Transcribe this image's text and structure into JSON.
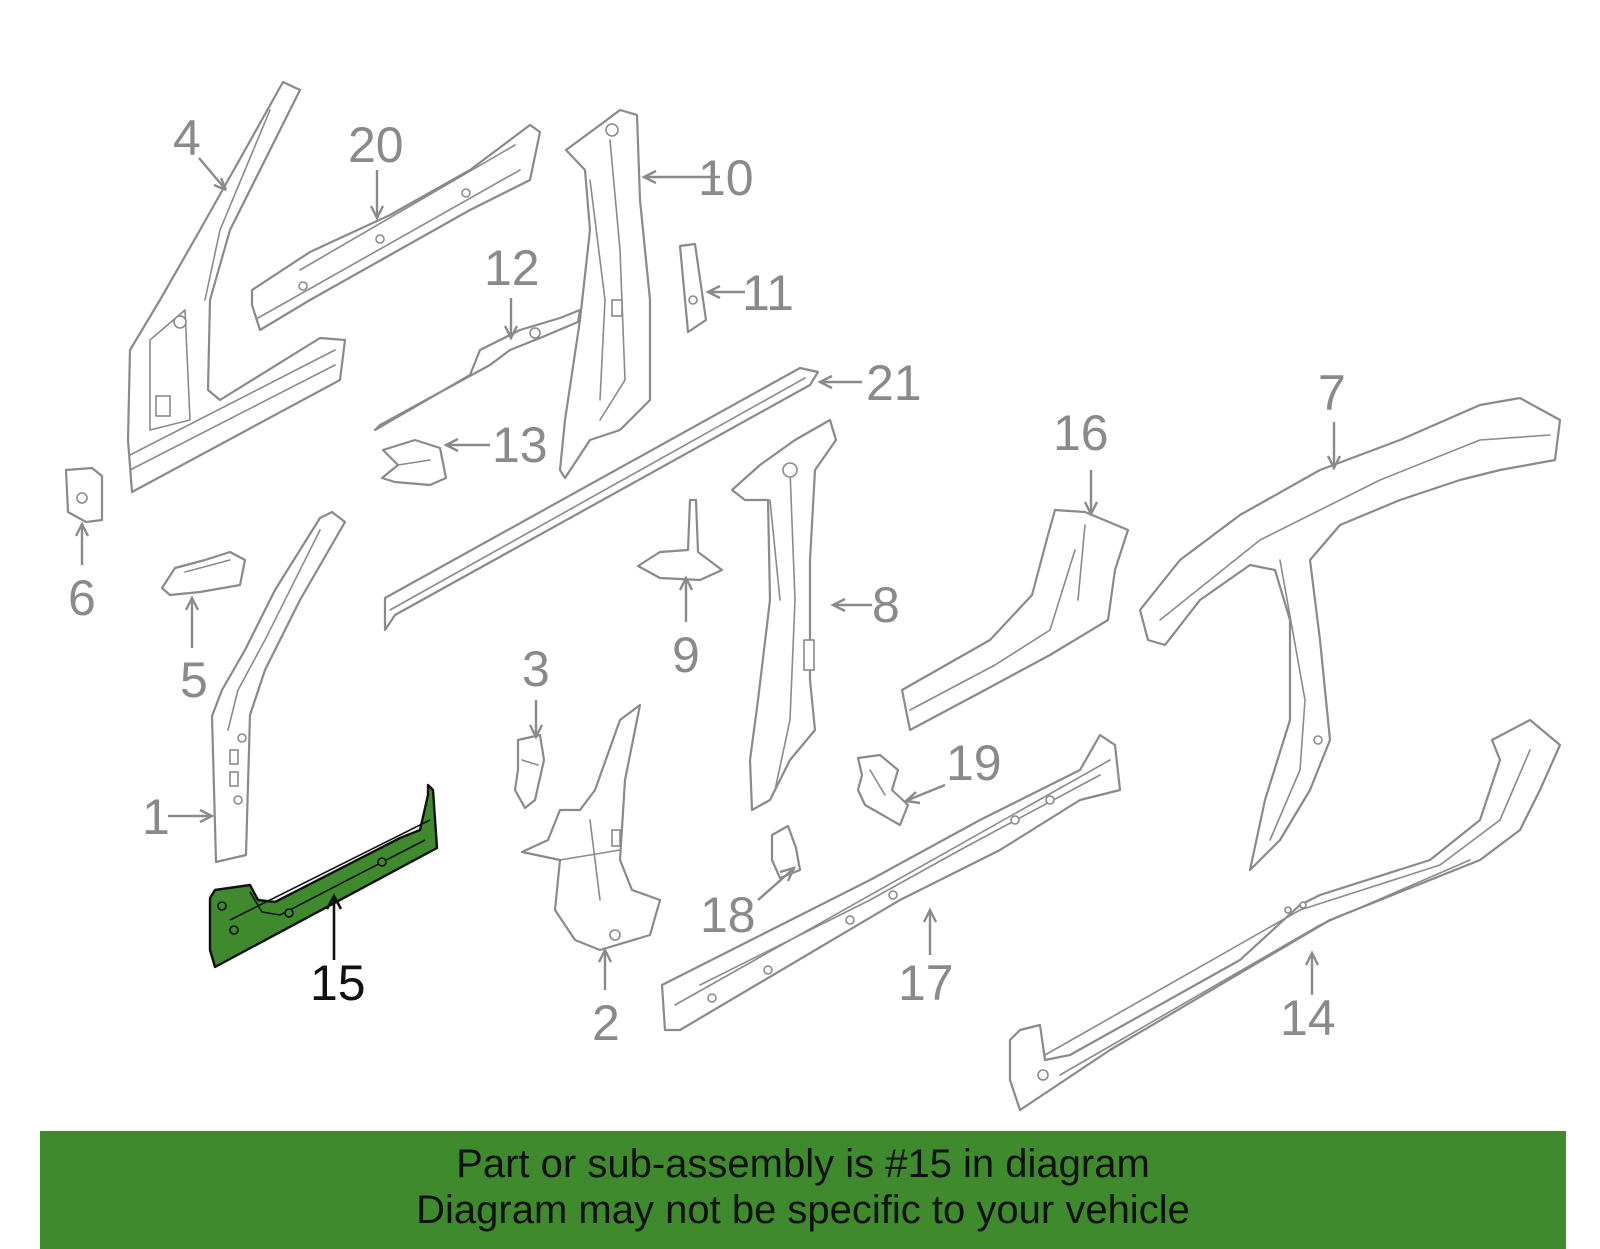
{
  "diagram": {
    "callouts": [
      {
        "id": "c1",
        "label": "1"
      },
      {
        "id": "c2",
        "label": "2"
      },
      {
        "id": "c3",
        "label": "3"
      },
      {
        "id": "c4",
        "label": "4"
      },
      {
        "id": "c5",
        "label": "5"
      },
      {
        "id": "c6",
        "label": "6"
      },
      {
        "id": "c7",
        "label": "7"
      },
      {
        "id": "c8",
        "label": "8"
      },
      {
        "id": "c9",
        "label": "9"
      },
      {
        "id": "c10",
        "label": "10"
      },
      {
        "id": "c11",
        "label": "11"
      },
      {
        "id": "c12",
        "label": "12"
      },
      {
        "id": "c13",
        "label": "13"
      },
      {
        "id": "c14",
        "label": "14"
      },
      {
        "id": "c15",
        "label": "15"
      },
      {
        "id": "c16",
        "label": "16"
      },
      {
        "id": "c17",
        "label": "17"
      },
      {
        "id": "c18",
        "label": "18"
      },
      {
        "id": "c19",
        "label": "19"
      },
      {
        "id": "c20",
        "label": "20"
      },
      {
        "id": "c21",
        "label": "21"
      }
    ],
    "highlighted_part": "15",
    "colors": {
      "highlight_fill": "#3f8a2c",
      "part_stroke": "#8a8a8a",
      "highlight_stroke": "#111111",
      "banner_background": "#3f8a2c"
    }
  },
  "banner": {
    "line1": "Part or sub-assembly is #15 in diagram",
    "line2": "Diagram may not be specific to your vehicle"
  }
}
